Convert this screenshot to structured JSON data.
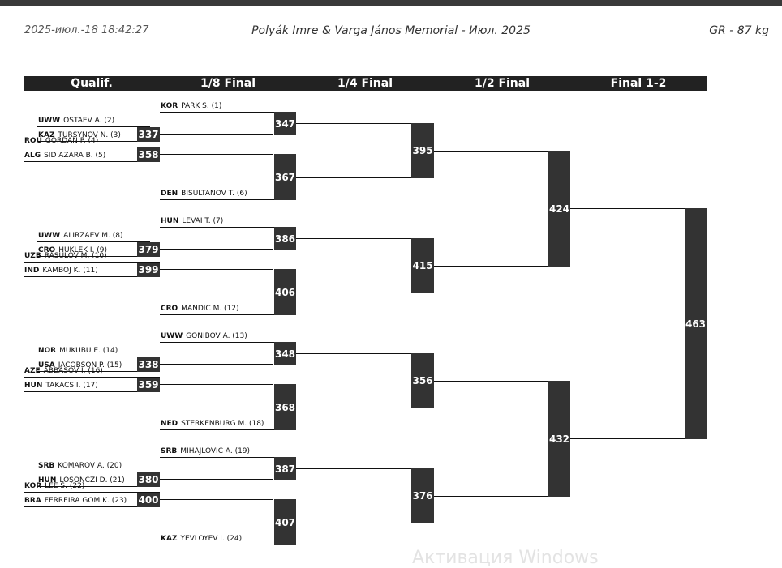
{
  "header": {
    "date": "2025-июл.-18 18:42:27",
    "title": "Polyák Imre & Varga János Memorial - Июл. 2025",
    "category": "GR - 87 kg"
  },
  "rounds": [
    "Qualif.",
    "1/8 Final",
    "1/4 Final",
    "1/2 Final",
    "Final 1-2"
  ],
  "athletes": [
    {
      "nat": "KOR",
      "name": "PARK S. (1)"
    },
    {
      "nat": "UWW",
      "name": "OSTAEV A. (2)"
    },
    {
      "nat": "KAZ",
      "name": "TURSYNOV N. (3)"
    },
    {
      "nat": "ROU",
      "name": "GORDAN P. (4)"
    },
    {
      "nat": "ALG",
      "name": "SID AZARA B. (5)"
    },
    {
      "nat": "DEN",
      "name": "BISULTANOV T. (6)"
    },
    {
      "nat": "HUN",
      "name": "LEVAI T. (7)"
    },
    {
      "nat": "UWW",
      "name": "ALIRZAEV M. (8)"
    },
    {
      "nat": "CRO",
      "name": "HUKLEK I. (9)"
    },
    {
      "nat": "UZB",
      "name": "RASULOV M. (10)"
    },
    {
      "nat": "IND",
      "name": "KAMBOJ K. (11)"
    },
    {
      "nat": "CRO",
      "name": "MANDIC M. (12)"
    },
    {
      "nat": "UWW",
      "name": "GONIBOV A. (13)"
    },
    {
      "nat": "NOR",
      "name": "MUKUBU E. (14)"
    },
    {
      "nat": "USA",
      "name": "JACOBSON P. (15)"
    },
    {
      "nat": "AZE",
      "name": "ABBASOV I. (16)"
    },
    {
      "nat": "HUN",
      "name": "TAKACS I. (17)"
    },
    {
      "nat": "NED",
      "name": "STERKENBURG M. (18)"
    },
    {
      "nat": "SRB",
      "name": "MIHAJLOVIC A. (19)"
    },
    {
      "nat": "SRB",
      "name": "KOMAROV A. (20)"
    },
    {
      "nat": "HUN",
      "name": "LOSONCZI D. (21)"
    },
    {
      "nat": "KOR",
      "name": "LEE S. (22)"
    },
    {
      "nat": "BRA",
      "name": "FERREIRA GOM K. (23)"
    },
    {
      "nat": "KAZ",
      "name": "YEVLOYEV I. (24)"
    }
  ],
  "bouts": {
    "qualif": [
      "337",
      "358",
      "379",
      "399",
      "338",
      "359",
      "380",
      "400"
    ],
    "r16": [
      "347",
      "367",
      "386",
      "406",
      "348",
      "368",
      "387",
      "407"
    ],
    "qf": [
      "395",
      "415",
      "356",
      "376"
    ],
    "sf": [
      "424",
      "432"
    ],
    "final": [
      "463"
    ]
  },
  "watermark": "Активация Windows"
}
